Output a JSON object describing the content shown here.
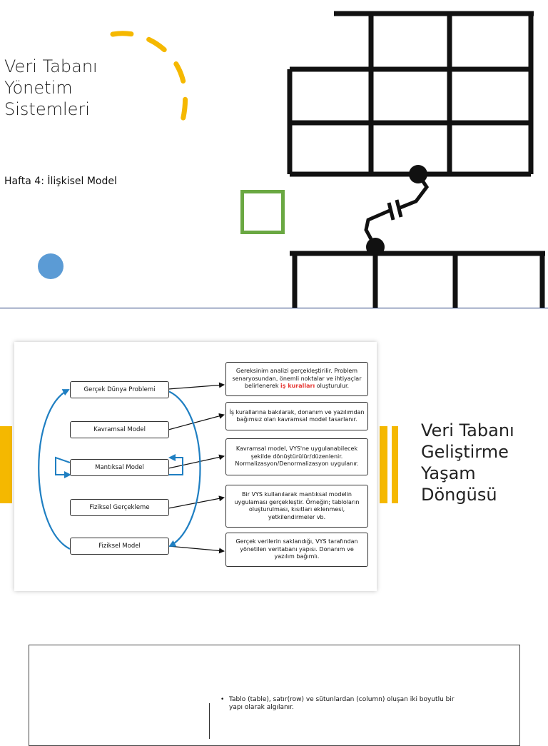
{
  "slide1": {
    "title_lines": [
      "Veri Tabanı",
      "Yönetim",
      "Sistemleri"
    ],
    "subtitle": "Hafta 4: İlişkisel Model"
  },
  "slide2": {
    "title_lines": [
      "Veri Tabanı",
      "Geliştirme",
      "Yaşam",
      "Döngüsü"
    ],
    "diagram": {
      "stages": [
        "Gerçek Dünya Problemi",
        "Kavramsal Model",
        "Mantıksal Model",
        "Fiziksel Gerçekleme",
        "Fiziksel Model"
      ],
      "descriptions": [
        {
          "before": "Gereksinim analizi gerçekleştirilir. Problem senaryosundan, önemli noktalar ve ihtiyaçlar belirlenerek ",
          "highlight": "iş kuralları",
          "after": " oluşturulur."
        },
        {
          "text": "İş kurallarına bakılarak, donanım ve yazılımdan bağımsız olan kavramsal model tasarlanır."
        },
        {
          "text": "Kavramsal model, VYS'ne uygulanabilecek şekilde dönüştürülür/düzenlenir. Normalizasyon/Denormalizasyon uygulanır."
        },
        {
          "text": "Bir VYS kullanılarak mantıksal modelin uygulaması gerçekleştir. Örneğin; tabloların oluşturulması, kısıtları eklenmesi, yetkilendirmeler vb."
        },
        {
          "text": "Gerçek verilerin saklandığı, VYS tarafından yönetilen veritabanı yapısı. Donanım ve yazılım bağımlı."
        }
      ]
    }
  },
  "slide3": {
    "bullet": "Tablo (table), satır(row) ve sütunlardan (column) oluşan iki boyutlu bir yapı olarak algılanır.",
    "bullet_marker": "•"
  },
  "colors": {
    "accent_yellow": "#f5b800",
    "accent_green": "#6aa842",
    "accent_blue": "#5b9bd5",
    "arrow_blue": "#1f7fc2",
    "highlight_red": "#e53935"
  }
}
